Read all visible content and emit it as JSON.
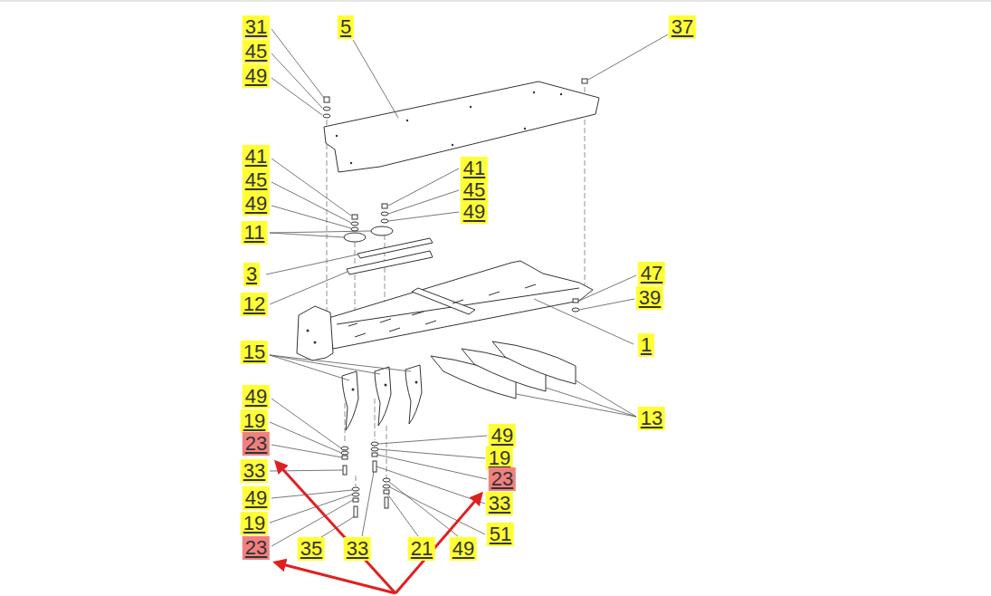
{
  "diagram": {
    "labels": [
      "31",
      "45",
      "49",
      "5",
      "37",
      "41",
      "45",
      "49",
      "11",
      "3",
      "12",
      "41",
      "45",
      "49",
      "47",
      "39",
      "1",
      "15",
      "13",
      "49",
      "19",
      "23",
      "33",
      "49",
      "19",
      "23",
      "35",
      "33",
      "21",
      "49",
      "49",
      "19",
      "23",
      "33",
      "51"
    ]
  }
}
